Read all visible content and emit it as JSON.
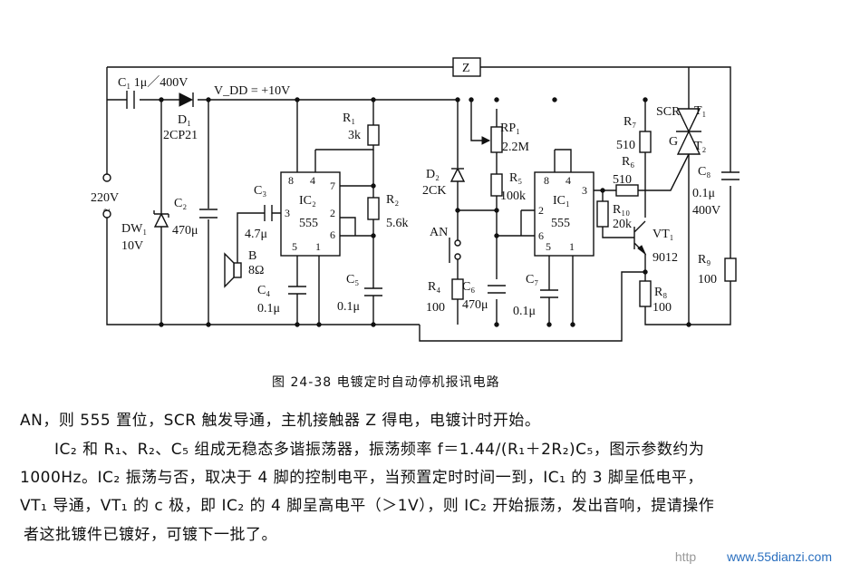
{
  "figure_caption": "图 24-38  电镀定时自动停机报讯电路",
  "labels": {
    "c1": "C₁ 1μ／400V",
    "d1": "D₁",
    "d1_type": "2CP21",
    "vdd": "V_DD = +10V",
    "z": "Z",
    "mains": "220V",
    "mains_tilde": "~",
    "dw1": "DW₁",
    "dw1_v": "10V",
    "c2": "C₂",
    "c2_v": "470μ",
    "c3": "C₃",
    "c3_v": "4.7μ",
    "b": "B",
    "b_v": "8Ω",
    "ic2": "IC₂",
    "ic2_type": "555",
    "c4": "C₄",
    "c4_v": "0.1μ",
    "r1": "R₁",
    "r1_v": "3k",
    "r2": "R₂",
    "r2_v": "5.6k",
    "c5": "C₅",
    "c5_v": "0.1μ",
    "d2": "D₂",
    "d2_type": "2CK",
    "an": "AN",
    "r4": "R₄",
    "r4_v": "100",
    "c6": "C₆",
    "c6_v": "470μ",
    "rp1": "RP₁",
    "rp1_v": "2.2M",
    "r5": "R₅",
    "r5_v": "100k",
    "ic1": "IC₁",
    "ic1_type": "555",
    "c7": "C₇",
    "c7_v": "0.1μ",
    "r7": "R₇",
    "r7_v": "510",
    "r6": "R₆",
    "r6_v": "510",
    "r10": "R₁₀",
    "r10_v": "20k",
    "vt1": "VT₁",
    "vt1_type": "9012",
    "r8": "R₈",
    "r8_v": "100",
    "scr": "SCR",
    "t1": "T₁",
    "t2": "T₂",
    "g": "G",
    "c8": "C₈",
    "c8_v": "0.1μ",
    "c8_v2": "400V",
    "r9": "R₉",
    "r9_v": "100",
    "pins": {
      "ic2_8": "8",
      "ic2_4": "4",
      "ic2_7": "7",
      "ic2_3": "3",
      "ic2_2": "2",
      "ic2_6": "6",
      "ic2_5": "5",
      "ic2_1": "1",
      "ic1_8": "8",
      "ic1_4": "4",
      "ic1_3": "3",
      "ic1_2": "2",
      "ic1_6": "6",
      "ic1_5": "5",
      "ic1_1": "1"
    }
  },
  "text": {
    "line1": "AN，则 555 置位，SCR 触发导通，主机接触器 Z 得电，电镀计时开始。",
    "line2": "IC₂ 和 R₁、R₂、C₅ 组成无稳态多谐振荡器，振荡频率 f＝1.44/(R₁＋2R₂)C₅，图示参数约为",
    "line3": "1000Hz。IC₂ 振荡与否，取决于 4 脚的控制电平，当预置定时时间一到，IC₁ 的 3 脚呈低电平，",
    "line4": "VT₁ 导通，VT₁ 的 c 极，即 IC₂ 的 4 脚呈高电平（＞1V），则 IC₂ 开始振荡，发出音响，提请操作",
    "line5": "者这批镀件已镀好，可镀下一批了。"
  },
  "watermark": {
    "prefix": "http",
    "site": "www.55dianzi.com"
  }
}
